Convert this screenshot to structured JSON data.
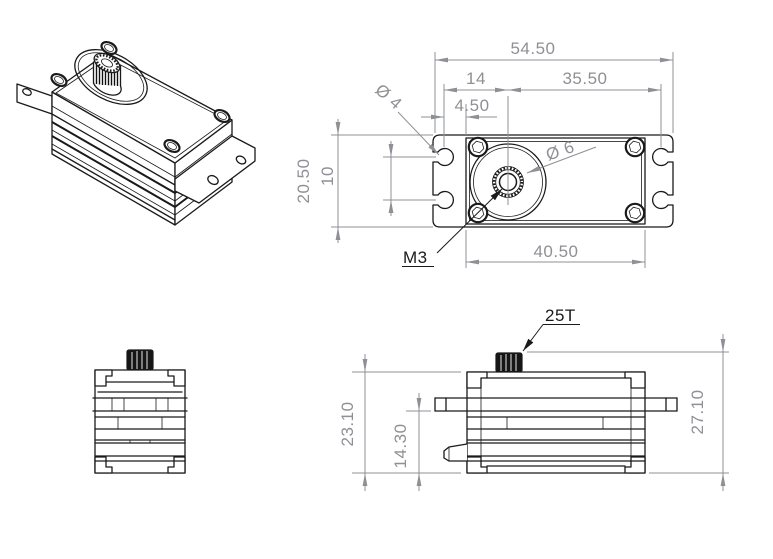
{
  "colors": {
    "model_line": "#1a1a1a",
    "dimension": "#8f9095",
    "background": "#ffffff"
  },
  "dims": {
    "overall_width": "54.50",
    "mount_to_shaft": "14",
    "shaft_to_mount_right": "35.50",
    "mount_to_body": "4.50",
    "mount_slot_dia": "Ø 4",
    "shaft_dia": "Ø 6",
    "slot_spacing": "10",
    "overall_depth": "20.50",
    "thread": "M3",
    "body_width": "40.50",
    "spline_teeth": "25T",
    "body_height": "23.10",
    "flange_to_bottom": "14.30",
    "overall_height": "27.10"
  }
}
